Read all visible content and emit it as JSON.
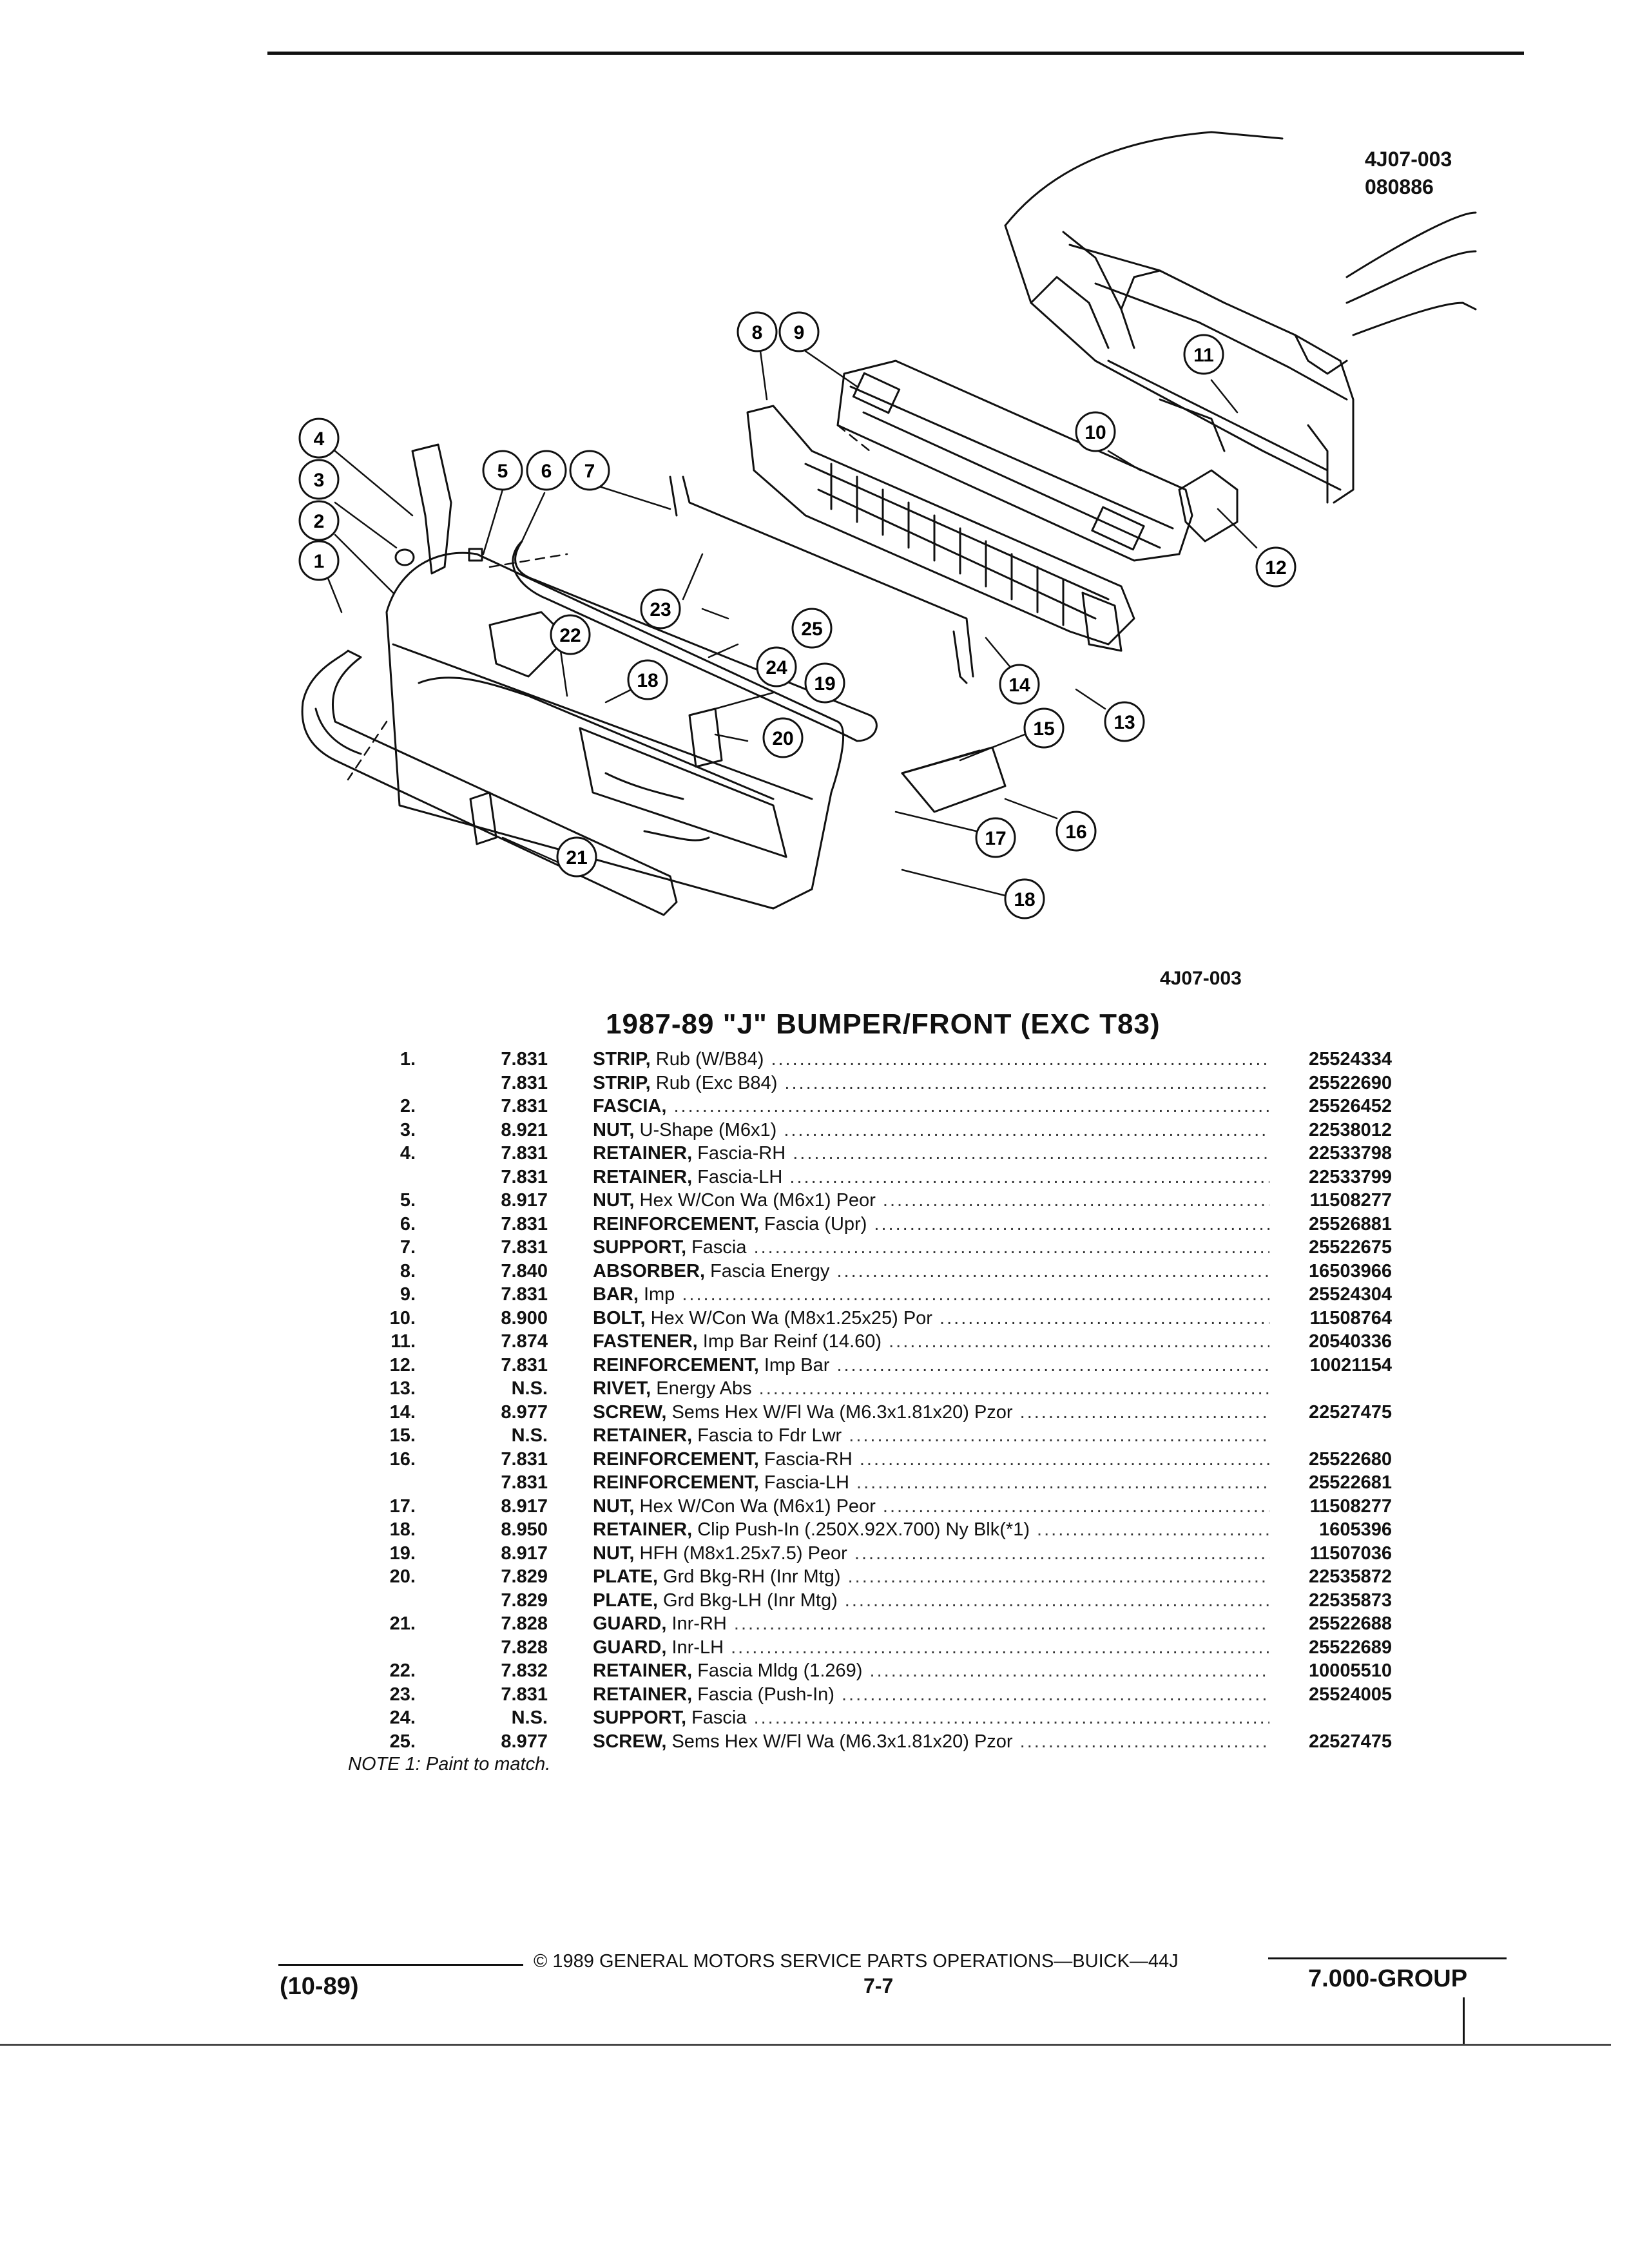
{
  "figure": {
    "code_top": "4J07-003",
    "date_code": "080886",
    "caption": "4J07-003",
    "callouts": [
      "1",
      "2",
      "3",
      "4",
      "5",
      "6",
      "7",
      "8",
      "9",
      "10",
      "11",
      "12",
      "13",
      "14",
      "15",
      "16",
      "17",
      "18",
      "19",
      "20",
      "21",
      "22",
      "23",
      "24",
      "25",
      "18"
    ]
  },
  "title": "1987-89 \"J\" BUMPER/FRONT (EXC T83)",
  "parts": [
    {
      "num": "1.",
      "group": "7.831",
      "name": "STRIP,",
      "desc": " Rub (W/B84)",
      "part": "25524334"
    },
    {
      "num": "",
      "group": "7.831",
      "name": "STRIP,",
      "desc": " Rub (Exc B84)",
      "part": "25522690"
    },
    {
      "num": "2.",
      "group": "7.831",
      "name": "FASCIA,",
      "desc": "",
      "part": "25526452"
    },
    {
      "num": "3.",
      "group": "8.921",
      "name": "NUT,",
      "desc": " U-Shape (M6x1)",
      "part": "22538012"
    },
    {
      "num": "4.",
      "group": "7.831",
      "name": "RETAINER,",
      "desc": " Fascia-RH",
      "part": "22533798"
    },
    {
      "num": "",
      "group": "7.831",
      "name": "RETAINER,",
      "desc": " Fascia-LH",
      "part": "22533799"
    },
    {
      "num": "5.",
      "group": "8.917",
      "name": "NUT,",
      "desc": " Hex W/Con Wa (M6x1) Peor",
      "part": "11508277"
    },
    {
      "num": "6.",
      "group": "7.831",
      "name": "REINFORCEMENT,",
      "desc": " Fascia (Upr)",
      "part": "25526881"
    },
    {
      "num": "7.",
      "group": "7.831",
      "name": "SUPPORT,",
      "desc": " Fascia",
      "part": "25522675"
    },
    {
      "num": "8.",
      "group": "7.840",
      "name": "ABSORBER,",
      "desc": " Fascia Energy",
      "part": "16503966"
    },
    {
      "num": "9.",
      "group": "7.831",
      "name": "BAR,",
      "desc": " Imp",
      "part": "25524304"
    },
    {
      "num": "10.",
      "group": "8.900",
      "name": "BOLT,",
      "desc": " Hex W/Con Wa (M8x1.25x25) Por",
      "part": "11508764"
    },
    {
      "num": "11.",
      "group": "7.874",
      "name": "FASTENER,",
      "desc": " Imp Bar Reinf (14.60)",
      "part": "20540336"
    },
    {
      "num": "12.",
      "group": "7.831",
      "name": "REINFORCEMENT,",
      "desc": " Imp Bar",
      "part": "10021154"
    },
    {
      "num": "13.",
      "group": "N.S.",
      "name": "RIVET,",
      "desc": " Energy Abs",
      "part": ""
    },
    {
      "num": "14.",
      "group": "8.977",
      "name": "SCREW,",
      "desc": " Sems Hex W/Fl Wa (M6.3x1.81x20) Pzor",
      "part": "22527475"
    },
    {
      "num": "15.",
      "group": "N.S.",
      "name": "RETAINER,",
      "desc": " Fascia to Fdr Lwr",
      "part": ""
    },
    {
      "num": "16.",
      "group": "7.831",
      "name": "REINFORCEMENT,",
      "desc": " Fascia-RH",
      "part": "25522680"
    },
    {
      "num": "",
      "group": "7.831",
      "name": "REINFORCEMENT,",
      "desc": " Fascia-LH",
      "part": "25522681"
    },
    {
      "num": "17.",
      "group": "8.917",
      "name": "NUT,",
      "desc": " Hex W/Con Wa (M6x1) Peor",
      "part": "11508277"
    },
    {
      "num": "18.",
      "group": "8.950",
      "name": "RETAINER,",
      "desc": " Clip Push-In (.250X.92X.700) Ny Blk(*1)",
      "part": "1605396"
    },
    {
      "num": "19.",
      "group": "8.917",
      "name": "NUT,",
      "desc": " HFH (M8x1.25x7.5) Peor",
      "part": "11507036"
    },
    {
      "num": "20.",
      "group": "7.829",
      "name": "PLATE,",
      "desc": " Grd Bkg-RH (Inr Mtg)",
      "part": "22535872"
    },
    {
      "num": "",
      "group": "7.829",
      "name": "PLATE,",
      "desc": " Grd Bkg-LH (Inr Mtg)",
      "part": "22535873"
    },
    {
      "num": "21.",
      "group": "7.828",
      "name": "GUARD,",
      "desc": " Inr-RH",
      "part": "25522688"
    },
    {
      "num": "",
      "group": "7.828",
      "name": "GUARD,",
      "desc": " Inr-LH",
      "part": "25522689"
    },
    {
      "num": "22.",
      "group": "7.832",
      "name": "RETAINER,",
      "desc": " Fascia Mldg (1.269)",
      "part": "10005510"
    },
    {
      "num": "23.",
      "group": "7.831",
      "name": "RETAINER,",
      "desc": " Fascia (Push-In)",
      "part": "25524005"
    },
    {
      "num": "24.",
      "group": "N.S.",
      "name": "SUPPORT,",
      "desc": " Fascia",
      "part": ""
    },
    {
      "num": "25.",
      "group": "8.977",
      "name": "SCREW,",
      "desc": " Sems Hex W/Fl Wa (M6.3x1.81x20) Pzor",
      "part": "22527475"
    }
  ],
  "note": "NOTE 1: Paint to match.",
  "footer": {
    "copyright": "© 1989 GENERAL MOTORS SERVICE PARTS OPERATIONS—BUICK—44J",
    "date": "(10-89)",
    "page": "7-7",
    "group": "7.000-GROUP"
  }
}
